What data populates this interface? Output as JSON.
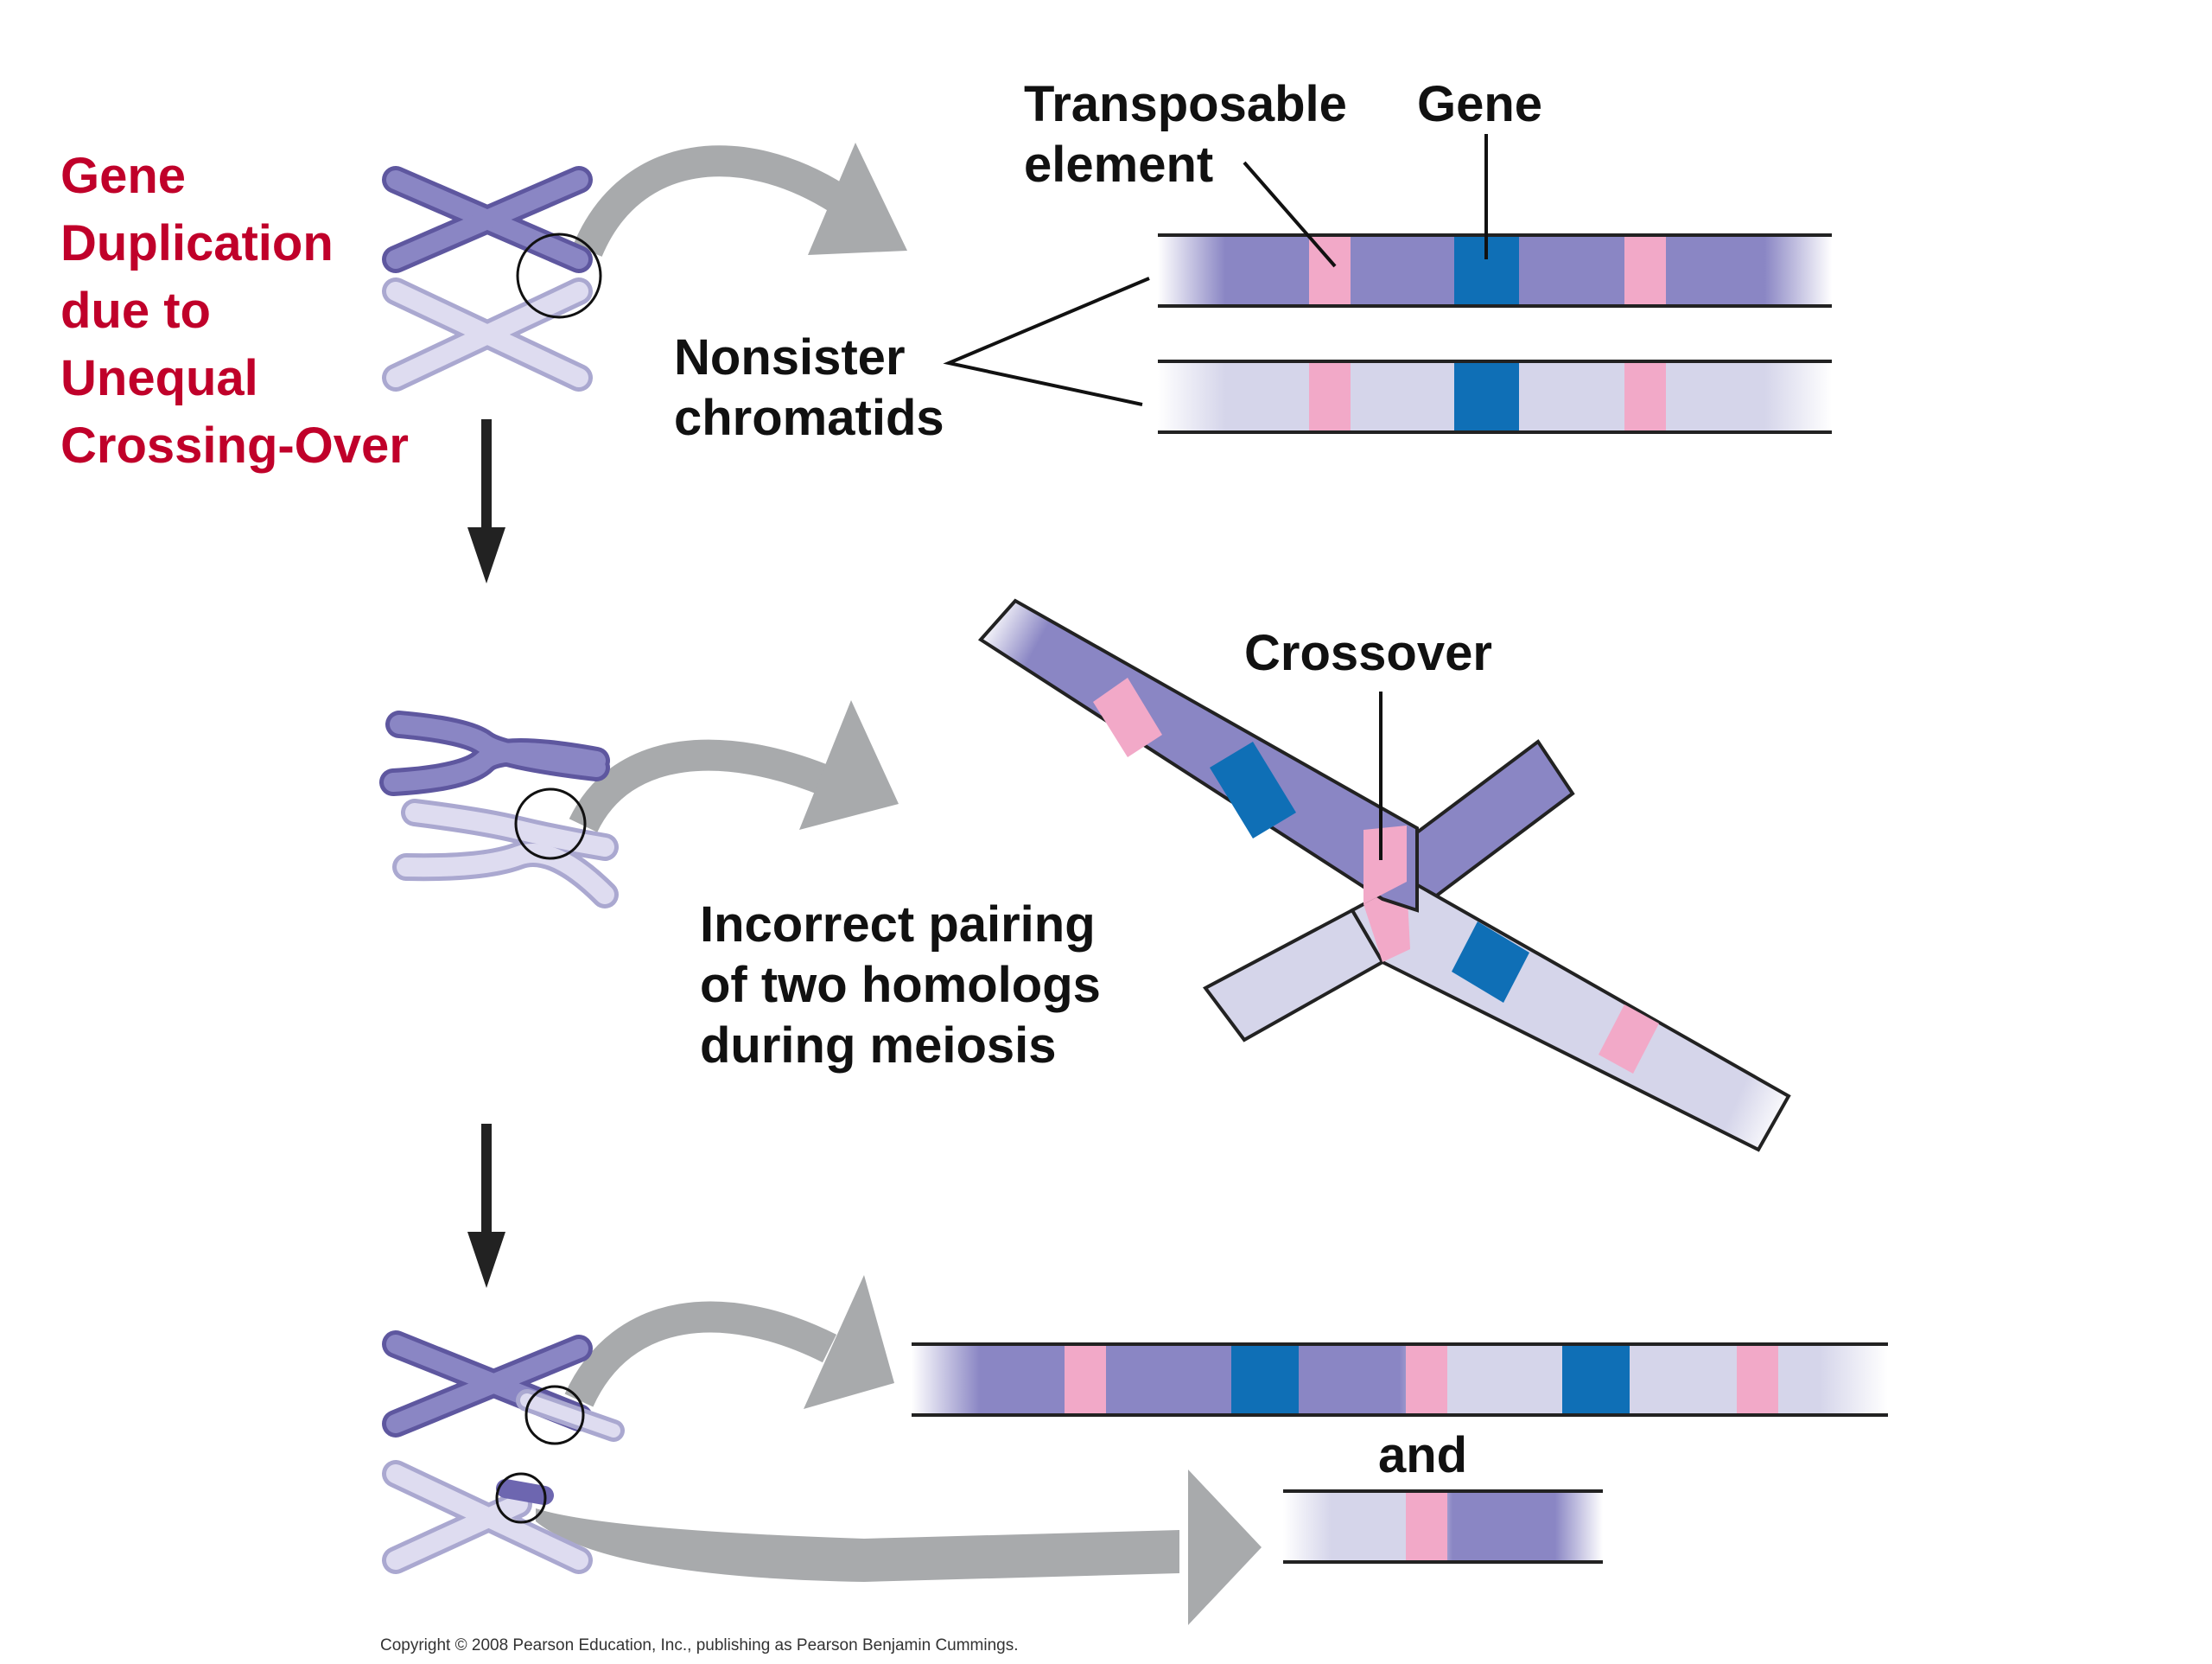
{
  "title_lines": [
    "Gene",
    "Duplication",
    "due to",
    "Unequal",
    "Crossing-Over"
  ],
  "labels": {
    "transposable_line1": "Transposable",
    "transposable_line2": "element",
    "gene": "Gene",
    "nonsister_line1": "Nonsister",
    "nonsister_line2": "chromatids",
    "crossover": "Crossover",
    "incorrect_line1": "Incorrect pairing",
    "incorrect_line2": "of two homologs",
    "incorrect_line3": "during meiosis",
    "and": "and"
  },
  "copyright": "Copyright © 2008 Pearson Education, Inc., publishing as Pearson Benjamin Cummings.",
  "colors": {
    "title": "#c0002a",
    "dark_chromatid": "#8a86c4",
    "light_chromatid": "#d5d5ea",
    "transposable_element": "#f2a9c8",
    "gene": "#0f6fb6",
    "arrow_gray": "#a8aaac",
    "flow_arrow": "#222222"
  }
}
